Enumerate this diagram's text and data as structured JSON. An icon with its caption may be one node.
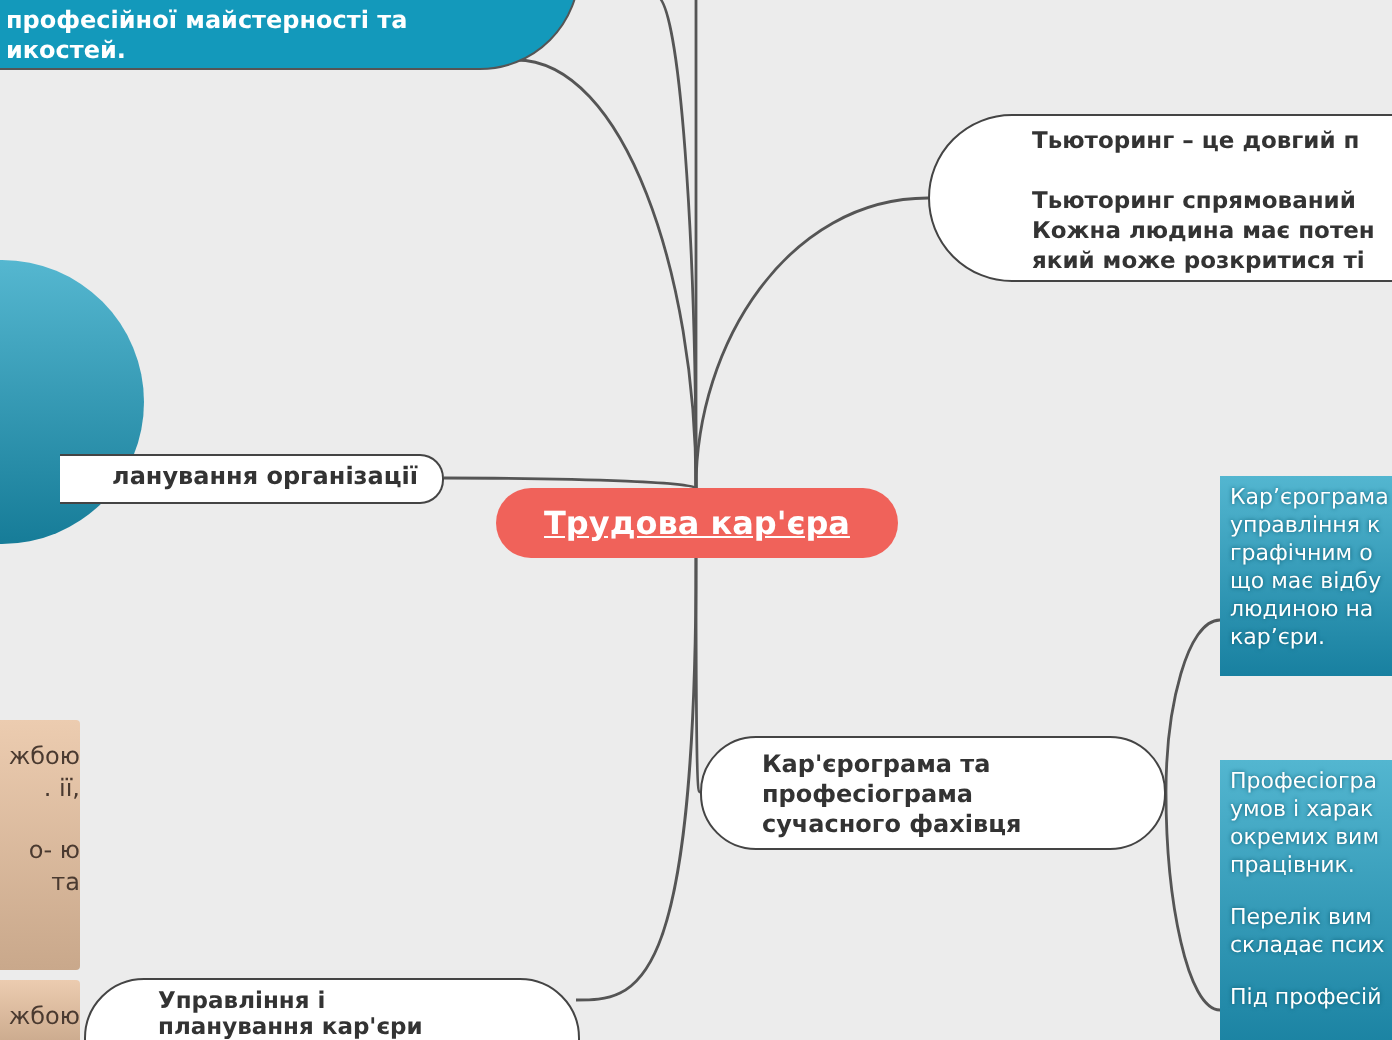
{
  "diagram": {
    "nodes": [
      {
        "text": [
          "Трудова кар'єра"
        ]
      },
      {
        "text": [
          "професійної майстерності та икостей."
        ]
      },
      {
        "text": [],
        "shape": "circle"
      },
      {
        "text": [
          "ланування організації"
        ]
      },
      {
        "text": [
          "жбою . ії,",
          "о- ю та"
        ]
      },
      {
        "text": [
          "жбою"
        ]
      },
      {
        "text": [
          "Управління і планування кар'єри"
        ]
      },
      {
        "text": [
          "Тьюторинг – це довгий п",
          "Тьюторинг спрямований Кожна людина має потен який може розкритися ті"
        ]
      },
      {
        "text": [
          "Кар'єрограма та професіограма сучасного фахівця"
        ]
      },
      {
        "text": [
          "Кар’єрограма управління к графічним о що має відбу людиною на кар’єри."
        ]
      },
      {
        "text": [
          "Професіогра умов і харак окремих вим працівник.",
          "Перелік вим складає псих",
          "Під професій"
        ]
      }
    ],
    "edges": [
      {
        "from": 0,
        "to": 1,
        "arrow": "none"
      },
      {
        "from": 0,
        "to": null,
        "arrow": "none"
      },
      {
        "from": 0,
        "to": null,
        "arrow": "none"
      },
      {
        "from": 0,
        "to": 7,
        "arrow": "none"
      },
      {
        "from": 0,
        "to": 3,
        "arrow": "none"
      },
      {
        "from": 0,
        "to": 6,
        "arrow": "none"
      },
      {
        "from": 0,
        "to": 8,
        "arrow": "none"
      },
      {
        "from": 8,
        "to": 9,
        "arrow": "none"
      },
      {
        "from": 8,
        "to": 10,
        "arrow": "none"
      }
    ]
  }
}
